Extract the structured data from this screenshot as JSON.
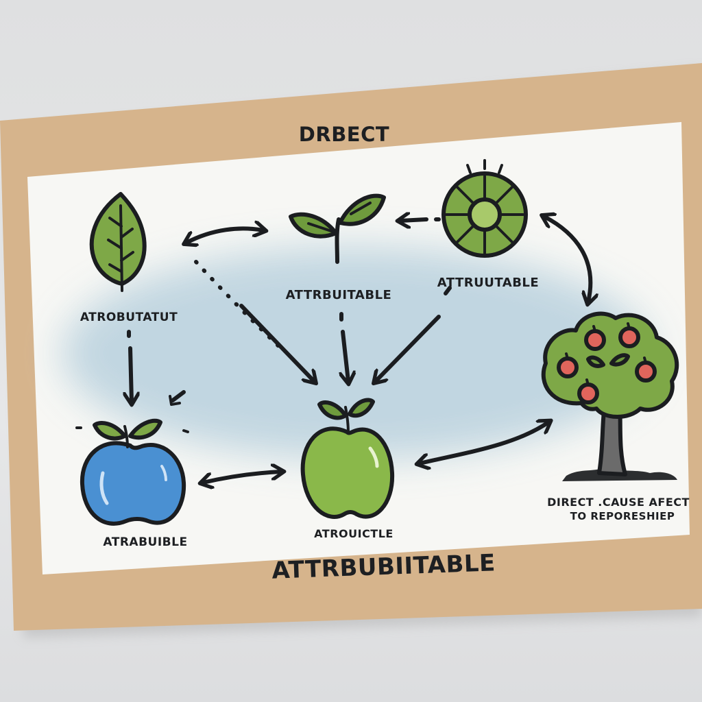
{
  "card": {
    "title": "DRBECT",
    "footer": "ATTRBUBIITABLE"
  },
  "nodes": {
    "leaf": {
      "label": "ATROBUTATUT",
      "icon": "leaf-icon"
    },
    "sprout": {
      "label": "ATTRBUITABLE",
      "icon": "sprout-icon"
    },
    "sun": {
      "label": "ATTRUUTABLE",
      "icon": "sun-icon"
    },
    "blue_apple": {
      "label": "ATRABUIBLE",
      "icon": "blue-apple-icon"
    },
    "green_apple": {
      "label": "ATROUICTLE",
      "icon": "green-apple-icon"
    },
    "tree": {
      "label_line1": "DIRECT .CAUSE AFECT",
      "label_line2": "TO REPORESHIEP",
      "icon": "apple-tree-icon"
    }
  },
  "colors": {
    "card": "#d6b48c",
    "panel": "#f7f7f4",
    "wash": "#bcd3df",
    "green": "#7ea847",
    "blue": "#4a90d2",
    "red": "#e0655c",
    "ink": "#1b1d20"
  }
}
